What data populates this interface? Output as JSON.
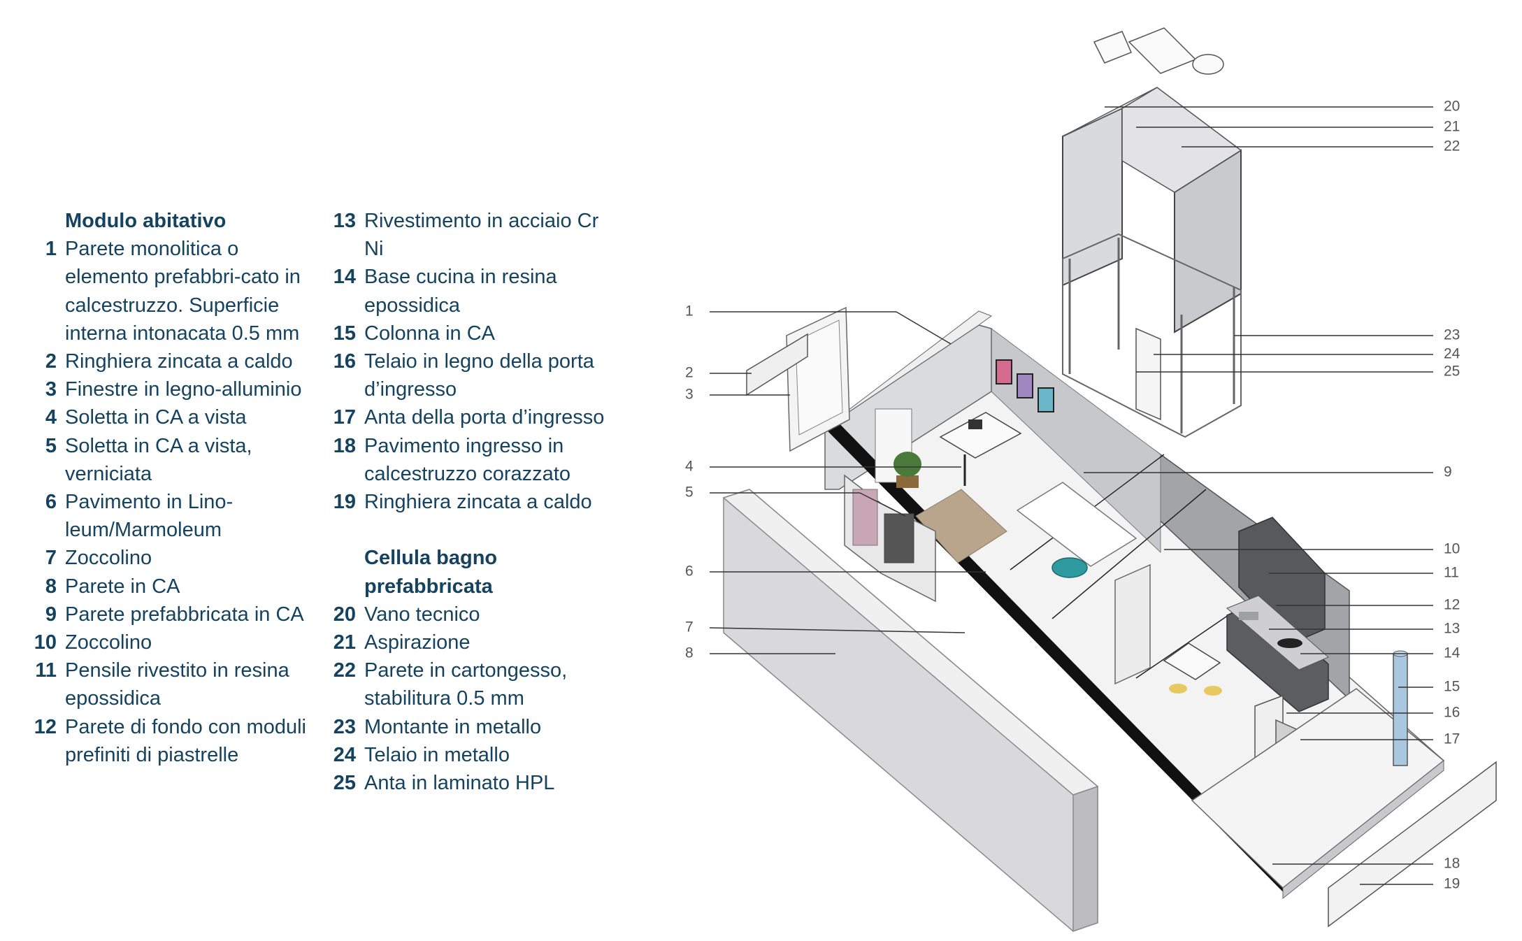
{
  "legend": {
    "section1": {
      "heading": "Modulo abitativo",
      "items": [
        {
          "num": "1",
          "text": "Parete monolitica o elemento prefabbri-cato in calcestruzzo. Superficie interna intonacata 0.5 mm"
        },
        {
          "num": "2",
          "text": "Ringhiera zincata a caldo"
        },
        {
          "num": "3",
          "text": "Finestre in legno-alluminio"
        },
        {
          "num": "4",
          "text": "Soletta in CA a vista"
        },
        {
          "num": "5",
          "text": "Soletta in CA a vista, verniciata"
        },
        {
          "num": "6",
          "text": "Pavimento in Lino-leum/Marmoleum"
        },
        {
          "num": "7",
          "text": "Zoccolino"
        },
        {
          "num": "8",
          "text": "Parete in CA"
        },
        {
          "num": "9",
          "text": "Parete prefabbricata in CA"
        },
        {
          "num": "10",
          "text": "Zoccolino"
        },
        {
          "num": "11",
          "text": "Pensile rivestito in resina epossidica"
        },
        {
          "num": "12",
          "text": "Parete di fondo con moduli prefiniti di piastrelle"
        },
        {
          "num": "13",
          "text": "Rivestimento in acciaio Cr Ni"
        },
        {
          "num": "14",
          "text": "Base cucina in resina epossidica"
        },
        {
          "num": "15",
          "text": "Colonna in CA"
        },
        {
          "num": "16",
          "text": "Telaio in legno della porta d’ingresso"
        },
        {
          "num": "17",
          "text": "Anta della porta d’ingresso"
        },
        {
          "num": "18",
          "text": "Pavimento ingresso in calcestruzzo corazzato"
        },
        {
          "num": "19",
          "text": "Ringhiera zincata a caldo"
        }
      ]
    },
    "section2": {
      "heading": "Cellula bagno prefabbricata",
      "items": [
        {
          "num": "20",
          "text": "Vano tecnico"
        },
        {
          "num": "21",
          "text": "Aspirazione"
        },
        {
          "num": "22",
          "text": "Parete in cartongesso, stabilitura 0.5 mm"
        },
        {
          "num": "23",
          "text": "Montante in metallo"
        },
        {
          "num": "24",
          "text": "Telaio in metallo"
        },
        {
          "num": "25",
          "text": "Anta in laminato HPL"
        }
      ]
    }
  },
  "callouts": {
    "left": [
      "1",
      "2",
      "3",
      "4",
      "5",
      "6",
      "7",
      "8"
    ],
    "right": [
      "20",
      "21",
      "22",
      "23",
      "24",
      "25",
      "9",
      "10",
      "11",
      "12",
      "13",
      "14",
      "15",
      "16",
      "17",
      "18",
      "19"
    ]
  },
  "colors": {
    "text": "#14425f",
    "callout": "#555555",
    "wall": "#d9d9db",
    "wall_dark": "#a8a8ab",
    "floor": "#f2f2f2",
    "line": "#333333"
  }
}
